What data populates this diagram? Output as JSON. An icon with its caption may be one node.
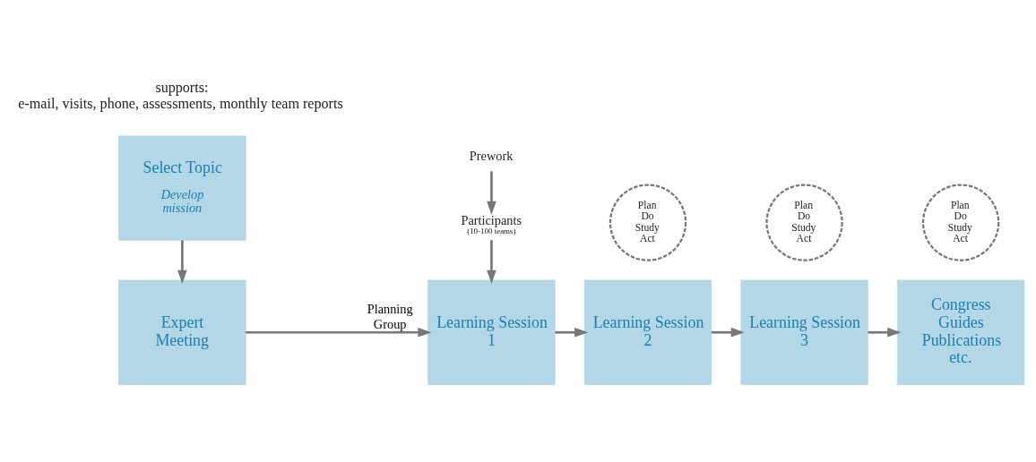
{
  "diagram": {
    "nodes": [
      {
        "text": [
          "Select Topic",
          "Develop mission"
        ]
      },
      {
        "text": [
          "Expert Meeting"
        ]
      },
      {
        "text": [
          "Learning Session 1"
        ]
      },
      {
        "text": [
          "Learning Session 2"
        ]
      },
      {
        "text": [
          "Learning Session 3"
        ]
      },
      {
        "text": [
          "Congress Guides Publications etc."
        ]
      },
      {
        "text": [
          "Participants",
          "(10-100 teams)"
        ]
      },
      {
        "text": [
          "Prework"
        ]
      },
      {
        "text": [
          "Plan Do Study Act"
        ]
      },
      {
        "text": [
          "Plan Do Study Act"
        ]
      },
      {
        "text": [
          "Plan Do Study Act"
        ]
      }
    ],
    "edges": [
      {
        "from": 0,
        "to": 1,
        "arrow": "to"
      },
      {
        "from": 1,
        "to": 2,
        "arrow": "to",
        "label": "Planning Group"
      },
      {
        "from": 2,
        "to": 3,
        "arrow": "to"
      },
      {
        "from": 3,
        "to": 4,
        "arrow": "to"
      },
      {
        "from": 4,
        "to": 5,
        "arrow": "to"
      },
      {
        "from": 6,
        "to": 2,
        "arrow": "to"
      },
      {
        "from": 7,
        "to": 6,
        "arrow": "to"
      }
    ],
    "labels": [
      "supports:",
      "e-mail, visits, phone, assessments, monthly team reports"
    ]
  }
}
